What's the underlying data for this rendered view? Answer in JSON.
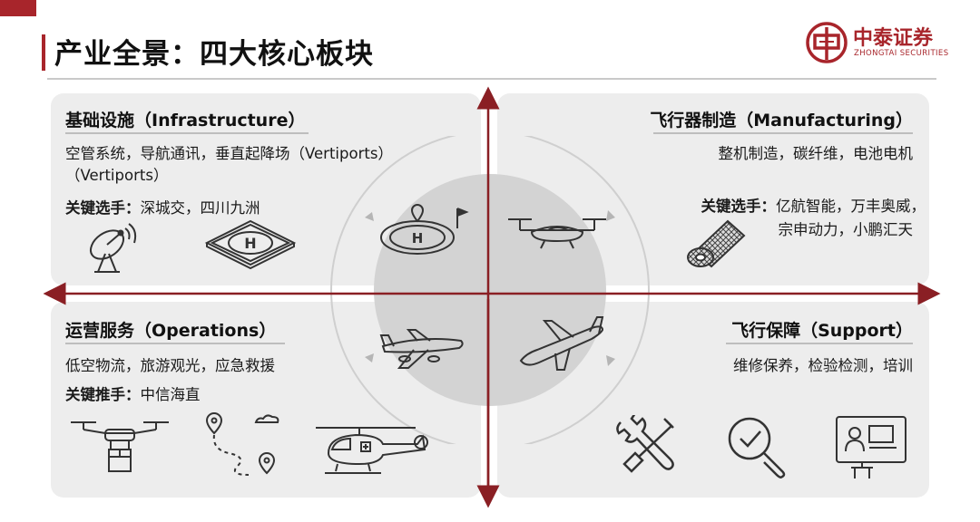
{
  "slide": {
    "title": "产业全景：四大核心板块"
  },
  "logo": {
    "name_cn": "中泰证券",
    "name_en": "ZHONGTAI SECURITIES"
  },
  "colors": {
    "accent": "#a8252b",
    "panel": "#ededed",
    "center": "#d3d3d3",
    "text": "#111111"
  },
  "quadrants": {
    "infrastructure": {
      "title": "基础设施（Infrastructure）",
      "items": "空管系统，导航通讯，垂直起降场（Vertiports）",
      "items_wrap": "（Vertiports）",
      "players_label": "关键选手：",
      "players": "深城交，四川九洲",
      "icons": [
        "satellite-dish-icon",
        "helipad-icon"
      ]
    },
    "manufacturing": {
      "title": "飞行器制造（Manufacturing）",
      "items": "整机制造，碳纤维，电池电机",
      "players_label": "关键选手：",
      "players_line1": "亿航智能，万丰奥威，",
      "players_line2": "宗申动力，小鹏汇天",
      "icons": [
        "carbon-fiber-roll-icon"
      ]
    },
    "operations": {
      "title": "运营服务（Operations）",
      "items": "低空物流，旅游观光，应急救援",
      "players_label": "关键推手：",
      "players": "中信海直",
      "icons": [
        "delivery-drone-icon",
        "route-map-icon",
        "helicopter-icon"
      ]
    },
    "support": {
      "title": "飞行保障（Support）",
      "items": "维修保养，检验检测，培训",
      "icons": [
        "tools-icon",
        "inspection-icon",
        "training-icon"
      ]
    }
  },
  "center": {
    "icons": [
      "vertiport-helipad-icon",
      "evtol-aircraft-icon",
      "cargo-plane-icon",
      "airliner-icon"
    ]
  }
}
